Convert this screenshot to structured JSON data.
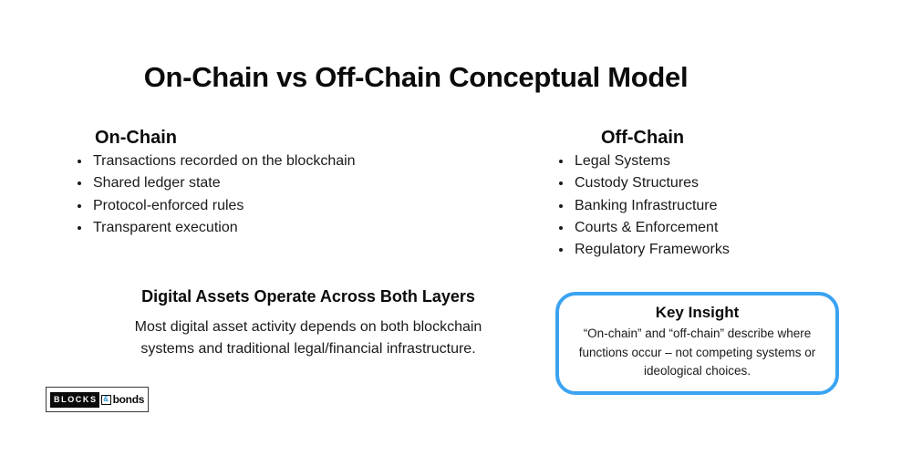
{
  "title": "On-Chain vs Off-Chain Conceptual Model",
  "columns": {
    "on_chain": {
      "heading": "On-Chain",
      "items": [
        "Transactions recorded on the blockchain",
        "Shared ledger state",
        "Protocol-enforced rules",
        "Transparent execution"
      ]
    },
    "off_chain": {
      "heading": "Off-Chain",
      "items": [
        "Legal Systems",
        "Custody Structures",
        "Banking Infrastructure",
        "Courts & Enforcement",
        "Regulatory Frameworks"
      ]
    }
  },
  "bridge": {
    "heading": "Digital Assets Operate Across Both Layers",
    "body": "Most digital asset activity depends on both blockchain systems and traditional legal/financial infrastructure."
  },
  "key_insight": {
    "heading": "Key Insight",
    "body": "“On-chain” and “off-chain” describe where functions occur – not competing systems or ideological choices.",
    "border_color": "#3aa3f2"
  },
  "logo": {
    "blocks": "BLOCKS",
    "amp": "&",
    "bonds": "bonds",
    "amp_color": "#2e9bd6"
  }
}
